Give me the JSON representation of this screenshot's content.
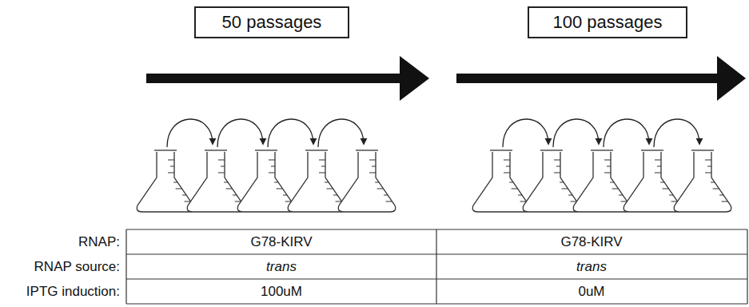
{
  "diagram": {
    "nodes": [
      {
        "text": [
          "50 passages"
        ]
      },
      {
        "text": [
          "100 passages"
        ]
      }
    ],
    "labels": [
      "RNAP:",
      "G78-KIRV",
      "G78-KIRV",
      "RNAP source:",
      "trans",
      "trans",
      "IPTG induction:",
      "100uM",
      "0uM"
    ]
  }
}
